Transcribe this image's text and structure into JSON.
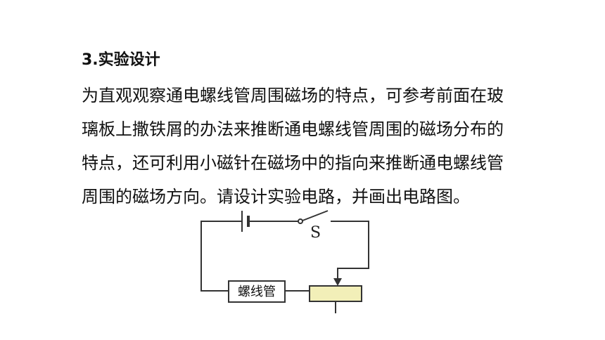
{
  "section": {
    "heading": "3.实验设计",
    "lines": [
      "为直观观察通电螺线管周围磁场的特点，可参考前面在玻",
      "璃板上撒铁屑的办法来推断通电螺线管周围的磁场分布的",
      "特点，还可利用小磁针在磁场中的指向来推断通电螺线管",
      "周围的磁场方向。请设计实验电路，并画出电路图。"
    ]
  },
  "circuit": {
    "switch_label": "S",
    "solenoid_label": "螺线管",
    "colors": {
      "wire": "#333333",
      "rheostat_fill": "#f2efb8"
    }
  }
}
